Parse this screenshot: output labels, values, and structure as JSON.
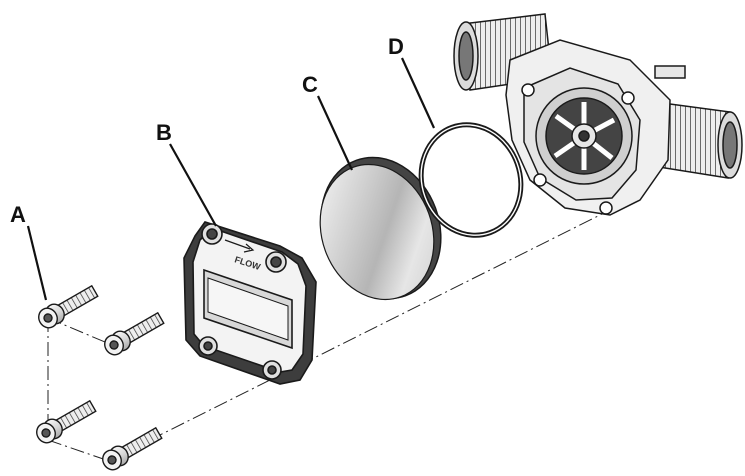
{
  "labels": {
    "a": "A",
    "b": "B",
    "c": "C",
    "d": "D"
  },
  "cover_marking": "FLOW",
  "colors": {
    "line": "#1a1a1a",
    "fill": "#f2f2f2",
    "shade": "#9a9a9a",
    "dark": "#3a3a3a"
  }
}
